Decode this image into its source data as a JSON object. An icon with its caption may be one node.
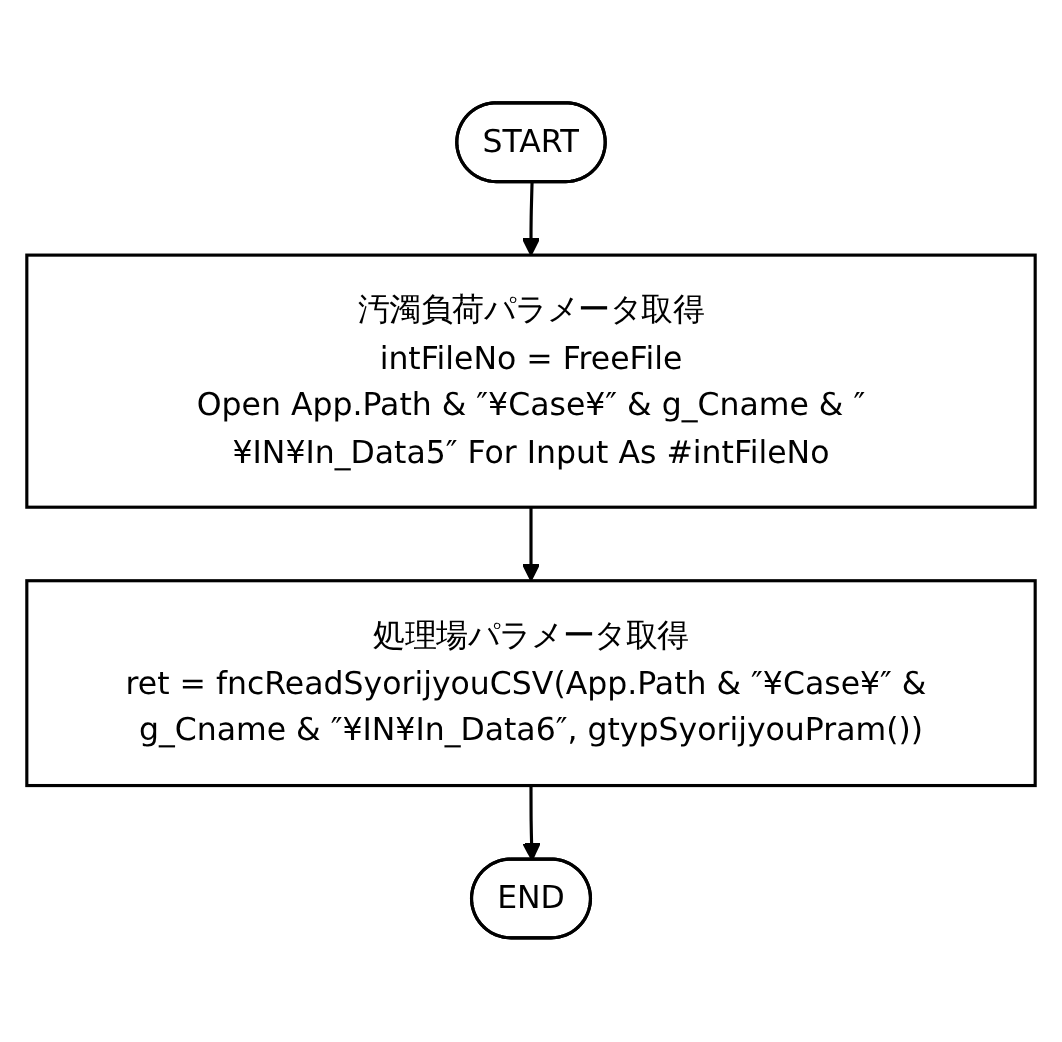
{
  "diagram": {
    "nodes": [
      {
        "text": [
          "START"
        ]
      },
      {
        "text": [
          "汚濁負荷パラメータ取得",
          "intFileNo = FreeFile",
          "Open App.Path & ″¥Case¥″ & g_Cname & ″¥IN¥In_Data5″ For Input As #intFileNo"
        ]
      },
      {
        "text": [
          "処理場パラメータ取得",
          "ret = fncReadSyorijyouCSV(App.Path & ″¥Case¥″ & g_Cname & ″¥IN¥In_Data6″, gtypSyorijyouPram())"
        ]
      },
      {
        "text": [
          "END"
        ]
      }
    ],
    "edges": [
      {
        "from": 0,
        "to": 1,
        "arrow": "to"
      },
      {
        "from": 1,
        "to": 2,
        "arrow": "to"
      },
      {
        "from": 2,
        "to": 3,
        "arrow": "to"
      }
    ]
  }
}
